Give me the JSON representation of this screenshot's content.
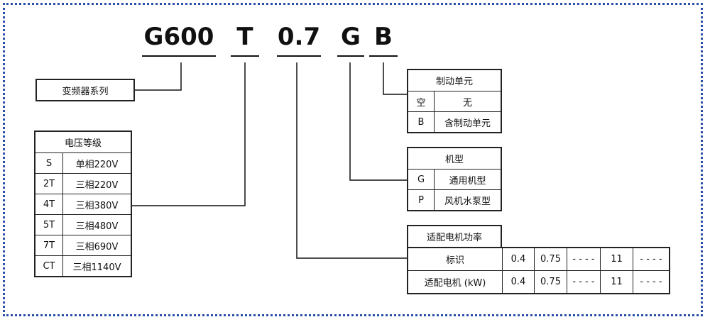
{
  "model_code": {
    "series": "G600",
    "voltage": "T",
    "power": "0.7",
    "type": "G",
    "brake": "B"
  },
  "series_box": {
    "label": "变频器系列"
  },
  "voltage_table": {
    "header": "电压等级",
    "rows": [
      {
        "code": "S",
        "desc": "单相220V"
      },
      {
        "code": "2T",
        "desc": "三相220V"
      },
      {
        "code": "4T",
        "desc": "三相380V"
      },
      {
        "code": "5T",
        "desc": "三相480V"
      },
      {
        "code": "7T",
        "desc": "三相690V"
      },
      {
        "code": "CT",
        "desc": "三相1140V"
      }
    ]
  },
  "brake_table": {
    "header": "制动单元",
    "rows": [
      {
        "code": "空",
        "desc": "无"
      },
      {
        "code": "B",
        "desc": "含制动单元"
      }
    ]
  },
  "type_table": {
    "header": "机型",
    "rows": [
      {
        "code": "G",
        "desc": "通用机型"
      },
      {
        "code": "P",
        "desc": "风机水泵型"
      }
    ]
  },
  "power_table": {
    "header": "适配电机功率",
    "rows": [
      {
        "label": "标识",
        "values": [
          "0.4",
          "0.75",
          "- - - -",
          "11",
          "- - - -"
        ]
      },
      {
        "label": "适配电机 (kW)",
        "values": [
          "0.4",
          "0.75",
          "- - - -",
          "11",
          "- - - -"
        ]
      }
    ]
  }
}
